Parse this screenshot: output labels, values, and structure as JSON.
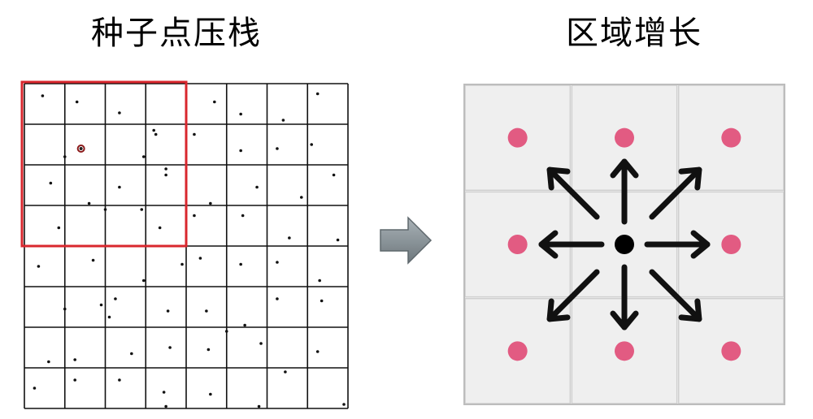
{
  "left_panel": {
    "title": "种子点压栈",
    "grid_cols": 8,
    "grid_rows": 8,
    "points": [
      [
        0.45,
        0.3
      ],
      [
        1.3,
        0.45
      ],
      [
        2.35,
        0.72
      ],
      [
        3.2,
        1.15
      ],
      [
        4.7,
        0.45
      ],
      [
        5.35,
        0.75
      ],
      [
        6.4,
        0.9
      ],
      [
        7.25,
        0.25
      ],
      [
        1.4,
        1.6
      ],
      [
        3.25,
        1.25
      ],
      [
        4.2,
        1.25
      ],
      [
        5.35,
        1.65
      ],
      [
        6.25,
        1.6
      ],
      [
        7.1,
        1.5
      ],
      [
        1.0,
        1.8
      ],
      [
        2.95,
        1.8
      ],
      [
        0.65,
        2.45
      ],
      [
        1.6,
        2.95
      ],
      [
        2.35,
        2.55
      ],
      [
        3.5,
        2.25
      ],
      [
        4.6,
        2.95
      ],
      [
        5.75,
        2.55
      ],
      [
        6.85,
        2.8
      ],
      [
        7.65,
        2.25
      ],
      [
        3.5,
        2.1
      ],
      [
        0.85,
        3.55
      ],
      [
        2.0,
        3.1
      ],
      [
        2.9,
        3.1
      ],
      [
        3.35,
        3.55
      ],
      [
        4.2,
        3.25
      ],
      [
        5.4,
        3.25
      ],
      [
        6.55,
        3.8
      ],
      [
        7.75,
        3.85
      ],
      [
        0.35,
        4.5
      ],
      [
        1.7,
        4.35
      ],
      [
        3.9,
        4.45
      ],
      [
        4.35,
        4.3
      ],
      [
        5.35,
        4.45
      ],
      [
        6.25,
        4.4
      ],
      [
        7.3,
        4.85
      ],
      [
        2.95,
        4.85
      ],
      [
        1.0,
        5.55
      ],
      [
        2.1,
        5.75
      ],
      [
        3.55,
        5.6
      ],
      [
        4.5,
        5.6
      ],
      [
        6.25,
        5.3
      ],
      [
        7.35,
        5.35
      ],
      [
        5.45,
        5.95
      ],
      [
        1.9,
        5.45
      ],
      [
        2.25,
        5.3
      ],
      [
        0.6,
        6.85
      ],
      [
        1.25,
        6.8
      ],
      [
        2.65,
        6.65
      ],
      [
        3.6,
        6.5
      ],
      [
        4.55,
        6.55
      ],
      [
        5.85,
        6.4
      ],
      [
        7.25,
        6.6
      ],
      [
        5.0,
        6.1
      ],
      [
        1.25,
        7.3
      ],
      [
        2.35,
        7.3
      ],
      [
        3.45,
        7.6
      ],
      [
        4.6,
        7.65
      ],
      [
        6.45,
        7.1
      ],
      [
        7.9,
        7.9
      ],
      [
        0.25,
        7.5
      ],
      [
        5.8,
        7.95
      ],
      [
        3.5,
        7.95
      ]
    ],
    "seed_point": [
      1.4,
      1.6
    ],
    "highlight_cols": 4,
    "highlight_rows": 4,
    "highlight_color": "#d9272e",
    "seed_color": "#8b1a1a"
  },
  "arrow_between": {
    "color": "#7f8a8f"
  },
  "right_panel": {
    "title": "区域增长",
    "grid_cols": 3,
    "grid_rows": 3,
    "neighbor_color": "#e25b82",
    "center_color": "#000000",
    "cell_color": "#efefef",
    "border_color": "#cfcfcf",
    "arrow_directions": [
      "N",
      "NE",
      "E",
      "SE",
      "S",
      "SW",
      "W",
      "NW"
    ]
  }
}
